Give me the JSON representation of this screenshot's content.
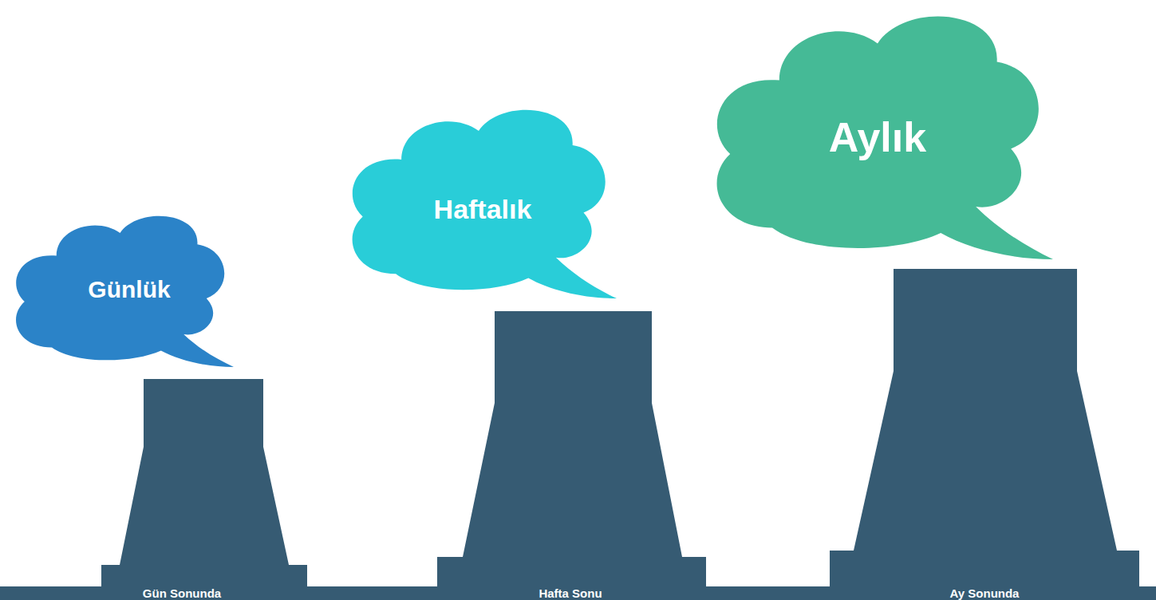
{
  "diagram": {
    "nodes": [
      {
        "text": [
          "Günlük"
        ]
      },
      {
        "text": [
          "Gün Sonunda"
        ]
      },
      {
        "text": [
          "Haftalık"
        ]
      },
      {
        "text": [
          "Hafta Sonu"
        ]
      },
      {
        "text": [
          "Aylık"
        ]
      },
      {
        "text": [
          "Ay Sonunda"
        ]
      }
    ]
  }
}
